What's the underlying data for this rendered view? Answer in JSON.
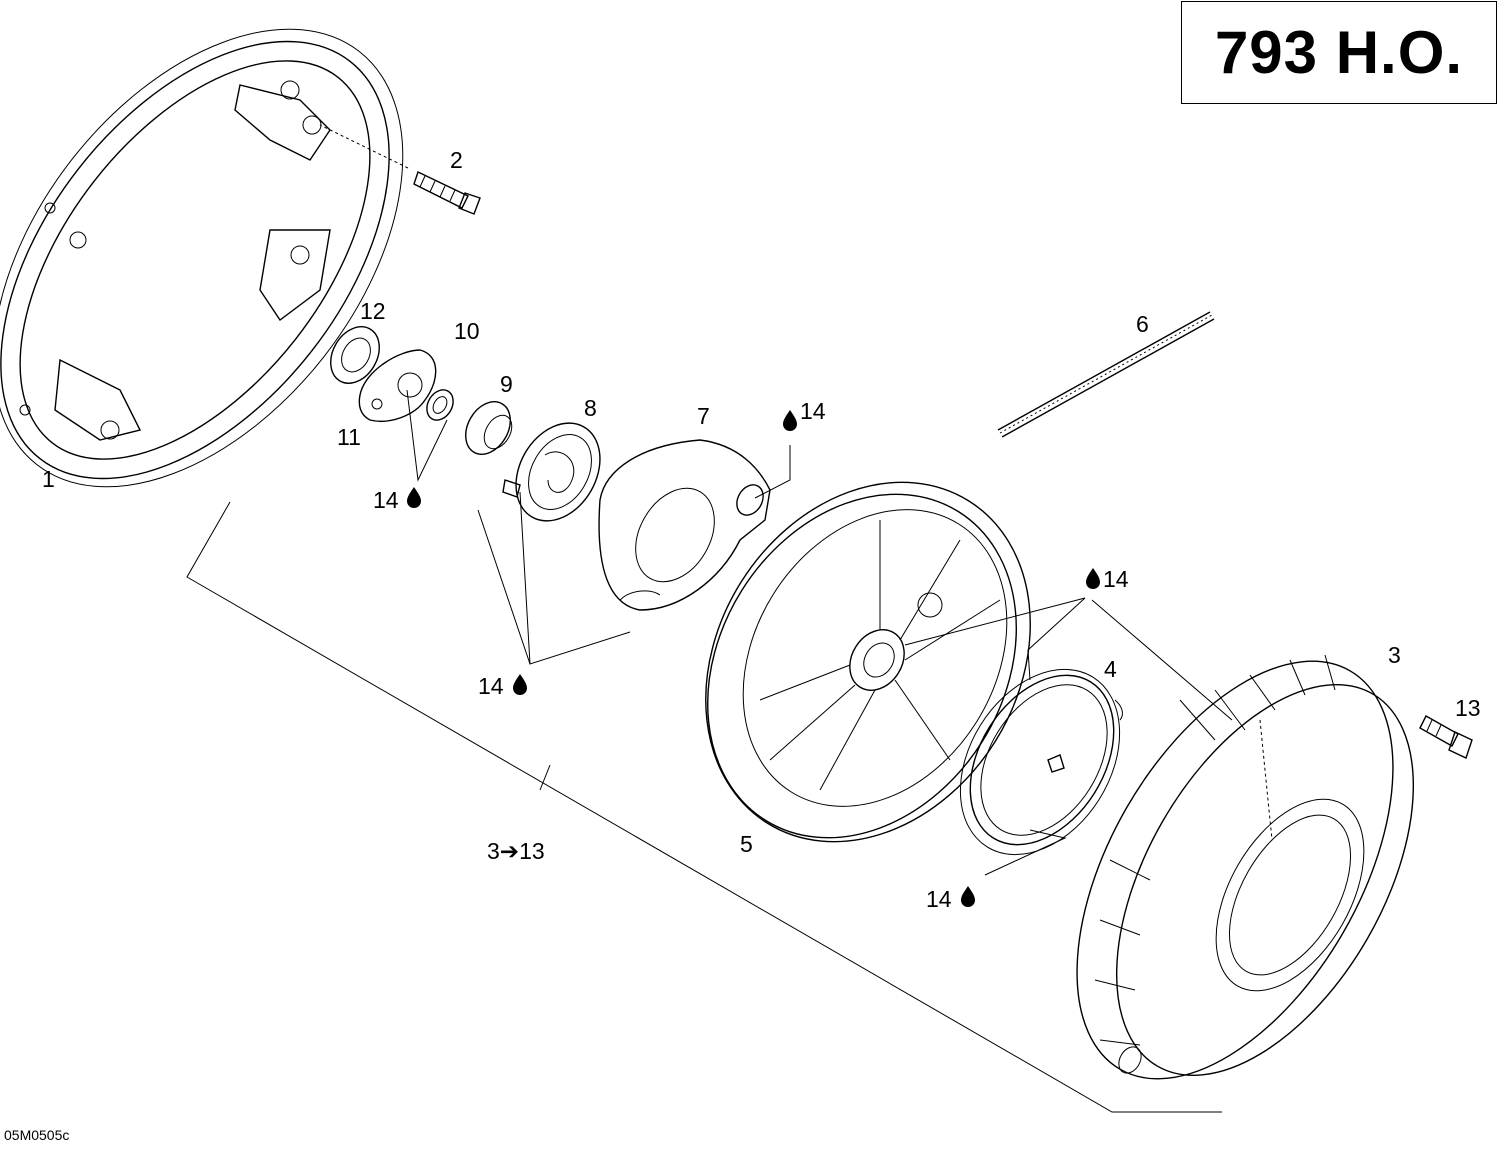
{
  "title": "793 H.O.",
  "reference_code": "05M0505c",
  "callouts": [
    {
      "id": "c1",
      "text": "1"
    },
    {
      "id": "c2",
      "text": "2"
    },
    {
      "id": "c3",
      "text": "3"
    },
    {
      "id": "c4",
      "text": "4"
    },
    {
      "id": "c5",
      "text": "5"
    },
    {
      "id": "c6",
      "text": "6"
    },
    {
      "id": "c7",
      "text": "7"
    },
    {
      "id": "c8",
      "text": "8"
    },
    {
      "id": "c9",
      "text": "9"
    },
    {
      "id": "c10",
      "text": "10"
    },
    {
      "id": "c11",
      "text": "11"
    },
    {
      "id": "c12",
      "text": "12"
    },
    {
      "id": "c13",
      "text": "13"
    },
    {
      "id": "c14a",
      "text": "14"
    },
    {
      "id": "c14b",
      "text": "14"
    },
    {
      "id": "c14c",
      "text": "14"
    },
    {
      "id": "c14d",
      "text": "14"
    },
    {
      "id": "c14e",
      "text": "14"
    },
    {
      "id": "crange",
      "text": "3➔13"
    }
  ]
}
